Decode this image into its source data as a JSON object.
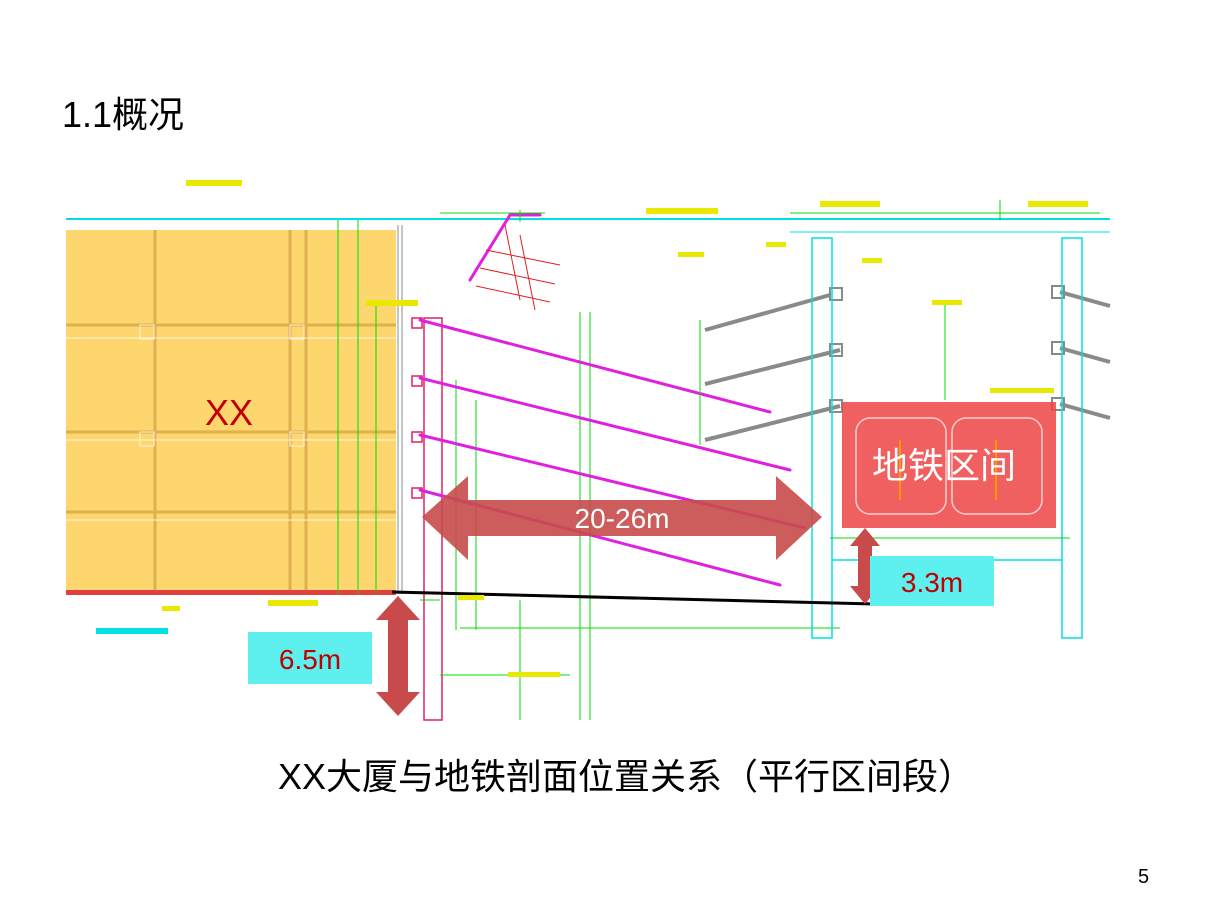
{
  "slide": {
    "title": "1.1概况",
    "caption": "XX大厦与地铁剖面位置关系（平行区间段）",
    "page_number": "5"
  },
  "drawing": {
    "building_label": "XX",
    "tunnel_label": "地铁区间",
    "horizontal_distance": "20-26m",
    "depth_below_building": "6.5m",
    "depth_to_tunnel": "3.3m",
    "colors": {
      "building_fill": "#fdd66e",
      "building_label": "#c00000",
      "tunnel_fill": "#ee4444",
      "arrow": "#c84a4a",
      "callout_box": "#5ef0ee",
      "anchor": "#e020e0",
      "outline": "#00e0e0",
      "dimension": "#00dd00",
      "section_line": "#000000"
    }
  }
}
